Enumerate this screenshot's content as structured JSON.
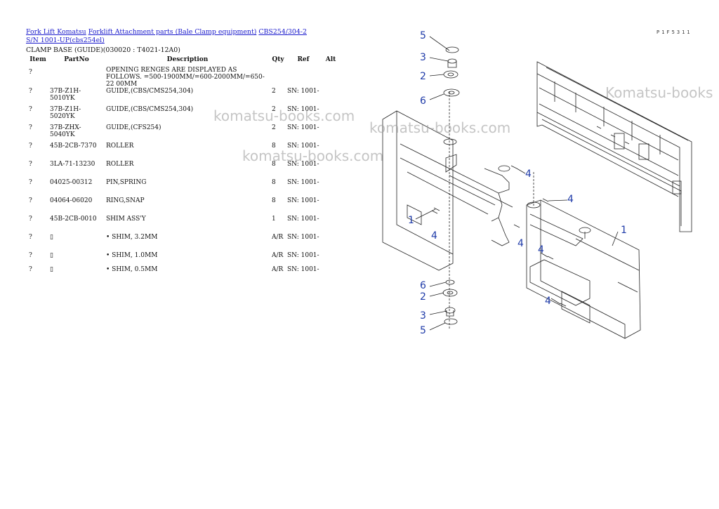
{
  "breadcrumb": {
    "items": [
      "Fork Lift Komatsu",
      "Forklift Attachment parts (Bale Clamp equipment)",
      "CBS254/304-2 S/N 1001-UP(cbs254el)"
    ]
  },
  "subtitle": "CLAMP BASE (GUIDE)(030020 : T4021-12A0)",
  "table": {
    "headers": [
      "Item",
      "PartNo",
      "Description",
      "Qty",
      "Ref",
      "Alt"
    ],
    "rows": [
      {
        "item": "?",
        "part": "",
        "desc": "OPENING RENGES ARE DISPLAYED AS FOLLOWS. =500-1900MM/=600-2000MM/=650-22 00MM",
        "qty": "",
        "ref": ""
      },
      {
        "item": "?",
        "part": "37B-Z1H-5010YK",
        "desc": "GUIDE,(CBS/CMS254,304)",
        "qty": "2",
        "ref": "SN: 1001-"
      },
      {
        "item": "?",
        "part": "37B-Z1H-5020YK",
        "desc": "GUIDE,(CBS/CMS254,304)",
        "qty": "2",
        "ref": "SN: 1001-"
      },
      {
        "item": "?",
        "part": "37B-ZHX-5040YK",
        "desc": "GUIDE,(CFS254)",
        "qty": "2",
        "ref": "SN: 1001-"
      },
      {
        "item": "?",
        "part": "45B-2CB-7370",
        "desc": "ROLLER",
        "qty": "8",
        "ref": "SN: 1001-"
      },
      {
        "item": "?",
        "part": "3LA-71-13230",
        "desc": "ROLLER",
        "qty": "8",
        "ref": "SN: 1001-"
      },
      {
        "item": "?",
        "part": "04025-00312",
        "desc": "PIN,SPRING",
        "qty": "8",
        "ref": "SN: 1001-"
      },
      {
        "item": "?",
        "part": "04064-06020",
        "desc": "RING,SNAP",
        "qty": "8",
        "ref": "SN: 1001-"
      },
      {
        "item": "?",
        "part": "45B-2CB-0010",
        "desc": "SHIM ASS'Y",
        "qty": "1",
        "ref": "SN: 1001-"
      },
      {
        "item": "?",
        "part": "▯",
        "desc": "• SHIM, 3.2MM",
        "qty": "A/R",
        "ref": "SN: 1001-"
      },
      {
        "item": "?",
        "part": "▯",
        "desc": "• SHIM, 1.0MM",
        "qty": "A/R",
        "ref": "SN: 1001-"
      },
      {
        "item": "?",
        "part": "▯",
        "desc": "• SHIM, 0.5MM",
        "qty": "A/R",
        "ref": "SN: 1001-"
      }
    ]
  },
  "watermarks": [
    "komatsu-books.com",
    "komatsu-books.com",
    "komatsu-books.com",
    "Komatsu-books"
  ],
  "drawing": {
    "page_code": "P1F5311",
    "callouts": [
      "5",
      "3",
      "2",
      "6",
      "4",
      "4",
      "1",
      "4",
      "4",
      "1",
      "4",
      "4",
      "6",
      "2",
      "3",
      "5"
    ]
  }
}
